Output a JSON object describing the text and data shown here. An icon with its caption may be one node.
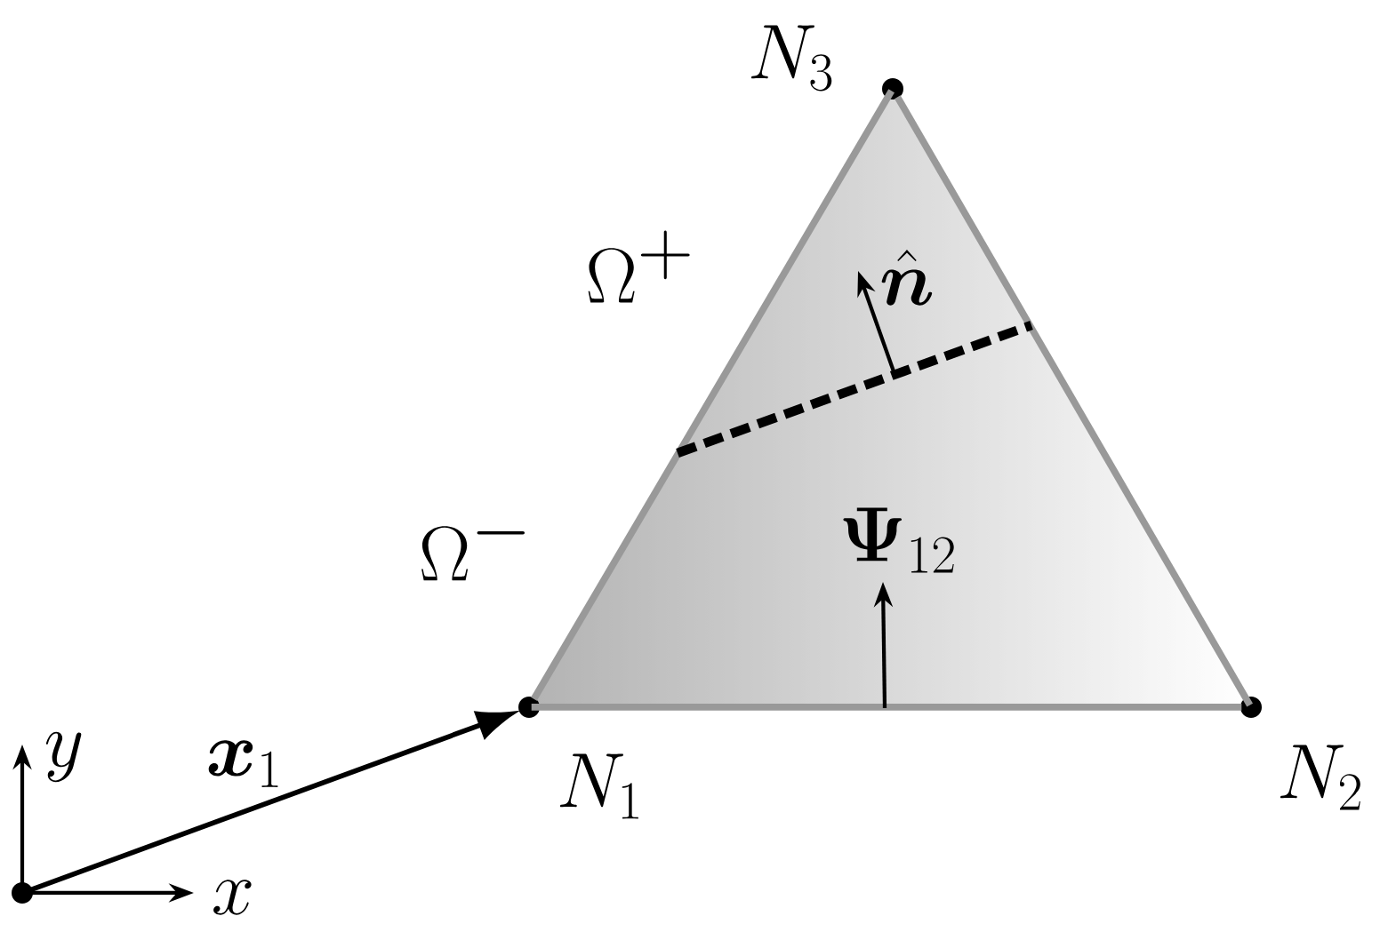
{
  "diagram": {
    "nodes": [
      {
        "text": [],
        "shape": "circle"
      },
      {
        "text": [
          "N_1"
        ]
      },
      {
        "text": [
          "N_2"
        ]
      },
      {
        "text": [
          "N_3"
        ]
      }
    ],
    "edges": [
      {
        "from": 0,
        "to": 1,
        "arrow": "to",
        "label": "\\boldsymbol{x}_1",
        "color": "#000000"
      },
      {
        "from": 1,
        "to": 2,
        "arrow": "none"
      },
      {
        "from": 2,
        "to": 3,
        "arrow": "none"
      },
      {
        "from": 3,
        "to": 1,
        "arrow": "none"
      }
    ],
    "labels": [
      "\\Omega^+",
      "\\hat{\\boldsymbol{n}}",
      "\\Omega^-",
      "\\boldsymbol{\\Psi}_{12}",
      "y",
      "x"
    ]
  }
}
